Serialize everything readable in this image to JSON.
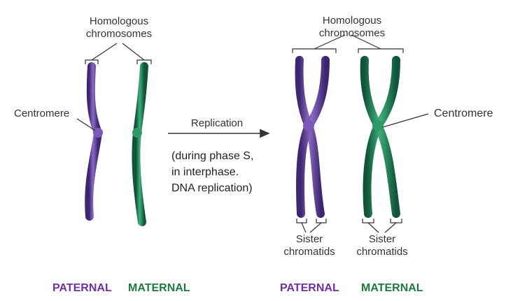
{
  "labels": {
    "homologous_left": [
      "Homologous",
      "chromosomes"
    ],
    "homologous_right": [
      "Homologous",
      "chromosomes"
    ],
    "centromere_left": "Centromere",
    "centromere_right": "Centromere",
    "replication": "Replication",
    "replication_note": [
      "(during phase S,",
      "in interphase.",
      "DNA replication)"
    ],
    "sister_left": [
      "Sister",
      "chromatids"
    ],
    "sister_right": [
      "Sister",
      "chromatids"
    ]
  },
  "parents": {
    "left": [
      {
        "label": "PATERNAL",
        "color": "#7030a0"
      },
      {
        "label": "MATERNAL",
        "color": "#1e7a3c"
      }
    ],
    "right": [
      {
        "label": "PATERNAL",
        "color": "#7030a0"
      },
      {
        "label": "MATERNAL",
        "color": "#1e7a3c"
      }
    ]
  },
  "colors": {
    "paternal": "#5b3d96",
    "paternal_light": "#8b6cc4",
    "paternal_dark": "#3d2570",
    "maternal": "#1f7a52",
    "maternal_light": "#3fae7a",
    "maternal_dark": "#10553a",
    "line": "#333333"
  }
}
